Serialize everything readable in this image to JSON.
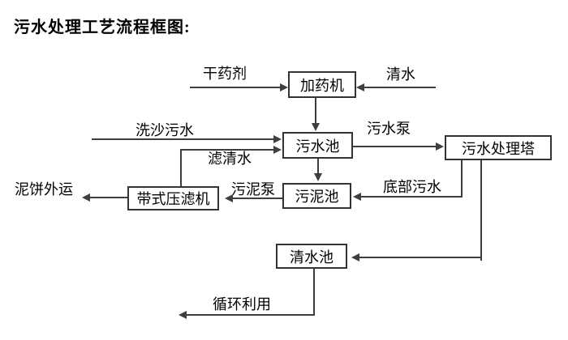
{
  "title": "污水处理工艺流程框图:",
  "nodes": {
    "dosing_machine": {
      "label": "加药机"
    },
    "sewage_pool": {
      "label": "污水池"
    },
    "treatment_tower": {
      "label": "污水处理塔"
    },
    "belt_filter_press": {
      "label": "带式压滤机"
    },
    "sludge_pool": {
      "label": "污泥池"
    },
    "clean_water_pool": {
      "label": "清水池"
    }
  },
  "flow_labels": {
    "dry_agent": "干药剂",
    "clean_water": "清水",
    "sand_washing_sewage": "洗沙污水",
    "filtered_water": "滤清水",
    "sewage_pump": "污水泵",
    "bottom_sewage": "底部污水",
    "sludge_pump": "污泥泵",
    "mud_cake_out": "泥饼外运",
    "recycle_use": "循环利用"
  },
  "edges": [
    {
      "from": "干药剂",
      "to": "加药机"
    },
    {
      "from": "清水",
      "to": "加药机"
    },
    {
      "from": "加药机",
      "to": "污水池"
    },
    {
      "from": "洗沙污水",
      "to": "污水池"
    },
    {
      "from": "带式压滤机",
      "to": "污水池",
      "label": "滤清水"
    },
    {
      "from": "污水池",
      "to": "污水处理塔",
      "label": "污水泵"
    },
    {
      "from": "污水池",
      "to": "污泥池"
    },
    {
      "from": "污水处理塔",
      "to": "污泥池",
      "label": "底部污水"
    },
    {
      "from": "污泥池",
      "to": "带式压滤机",
      "label": "污泥泵"
    },
    {
      "from": "带式压滤机",
      "to": "泥饼外运"
    },
    {
      "from": "污水处理塔",
      "to": "清水池"
    },
    {
      "from": "清水池",
      "to": "循环利用"
    }
  ],
  "colors": {
    "line": "#3e3e3e",
    "box_border": "#333333",
    "text": "#000000",
    "background": "#ffffff"
  }
}
